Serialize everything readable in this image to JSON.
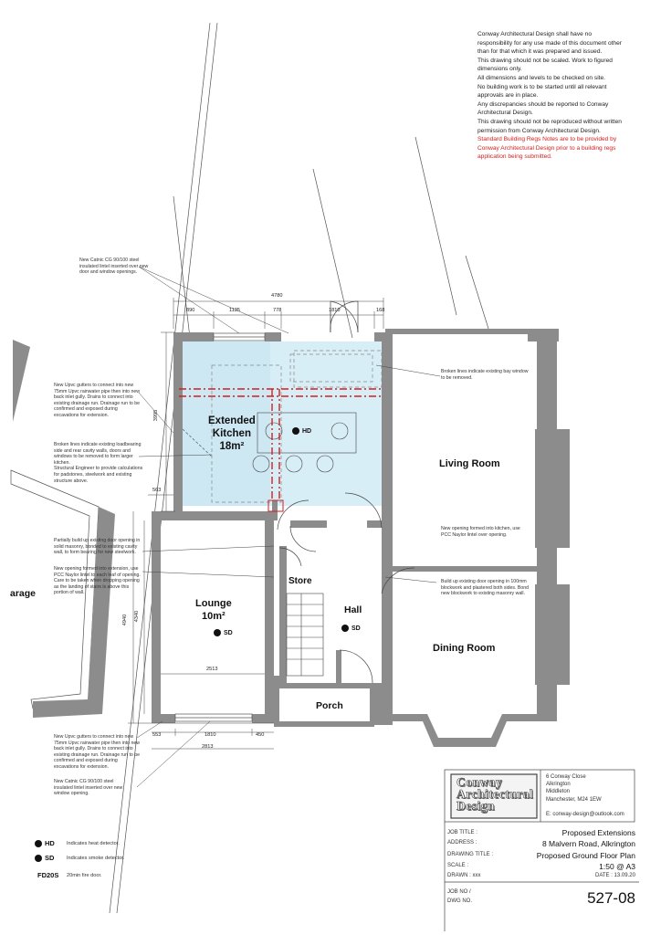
{
  "disclaimer": {
    "lines": [
      "Conway Architectural Design shall have no",
      "responsibility for any use made of this document other",
      "than for that which it was prepared and issued.",
      "This drawing should not be scaled. Work to figured",
      "dimensions only.",
      "All dimensions and levels to be checked on site.",
      "No building work is to be started until all relevant",
      "approvals are in place.",
      "Any discrepancies should be reported to Conway",
      "Architectural Design.",
      "This drawing should not be reproduced without written",
      "permission from Conway Architectural Design."
    ],
    "red_lines": [
      "Standard Building Regs Notes are to be provided by",
      "Conway Architectural Design prior to a building regs",
      "application being submitted."
    ]
  },
  "notes": {
    "lintel_top": [
      "New Catnic CG 90/100 steel",
      "insulated lintel inserted over new",
      "door and window openings."
    ],
    "gutters_top": [
      "New Upvc gutters to connect into new",
      "75mm Upvc rainwater pipe then into new",
      "back inlet gully. Drains to connect into",
      "existing drainage run. Drainage run to be",
      "confirmed and exposed during",
      "excavations for extension."
    ],
    "broken_lines_walls": [
      "Broken lines indicate existing loadbearing",
      "side and rear cavity walls, doors and",
      "windows to be removed to form larger",
      "kitchen.",
      "Structural Engineer to provide calculations",
      "for padstones, steelwork and existing",
      "structure above."
    ],
    "partially_build": [
      "Partially build up existing door opening in",
      "solid masonry, bonded to existing cavity",
      "wall, to form bearing for new steelwork."
    ],
    "new_opening_ext": [
      "New opening formed into extension, use",
      "PCC Naylor lintel to each leaf of opening.",
      "Care to be taken when dropping opening",
      "as the landing of stairs is above this",
      "portion of wall."
    ],
    "gutters_bottom": [
      "New Upvc gutters to connect into new",
      "75mm Upvc rainwater pipe then into new",
      "back inlet gully. Drains to connect into",
      "existing drainage run. Drainage run to be",
      "confirmed and exposed during",
      "excavations for extension."
    ],
    "lintel_bottom": [
      "New Catnic CG 90/100 steel",
      "insulated lintel inserted over new",
      "window opening."
    ],
    "bay_window": [
      "Broken lines indicate existing bay window",
      "to be removed."
    ],
    "new_opening_kitchen": [
      "New opening formed into kitchen, use",
      "PCC Naylor lintel over opening."
    ],
    "build_up_door": [
      "Build up existing door opening in 100mm",
      "blockwork and plastered both sides. Bond",
      "new blockwork to existing masonry wall."
    ]
  },
  "rooms": {
    "kitchen": [
      "Extended",
      "Kitchen",
      "18m²"
    ],
    "living": "Living Room",
    "lounge": [
      "Lounge",
      "10m²"
    ],
    "store": "Store",
    "hall": "Hall",
    "dining": "Dining Room",
    "porch": "Porch",
    "garage": "arage"
  },
  "dimensions": {
    "overall_top": "4780",
    "top_segments": [
      "890",
      "1135",
      "778",
      "1810",
      "168"
    ],
    "kitchen_depth": "3995",
    "small_left": "563",
    "lounge_inner_depth": "4340",
    "lounge_overall_depth": "4940",
    "lounge_width": "2513",
    "bottom_segments": [
      "553",
      "1810",
      "450"
    ],
    "bottom_overall": "2813"
  },
  "symbols": {
    "hd": "HD",
    "sd": "SD"
  },
  "legend": {
    "hd_label": "HD",
    "hd_text": "Indicates heat detector.",
    "sd_label": "SD",
    "sd_text": "Indicates smoke detector.",
    "fd_label": "FD20S",
    "fd_text": "20min fire door."
  },
  "title_block": {
    "company": [
      "Conway",
      "Architectural",
      "Design"
    ],
    "address": [
      "6 Conway Close",
      "Alkrington",
      "Middleton",
      "Manchester, M24 1EW",
      "",
      "E:  conway-design@outlook.com"
    ],
    "job_title_label": "JOB TITLE :",
    "job_title": "Proposed Extensions",
    "address_label": "ADDRESS :",
    "address_value": "8 Malvern Road, Alkrington",
    "drawing_title_label": "DRAWING TITLE :",
    "drawing_title": "Proposed Ground Floor Plan",
    "scale_label": "SCALE :",
    "scale": "1:50 @ A3",
    "drawn_label": "DRAWN : xxx",
    "date_label": "DATE : 13.09.20",
    "job_no_label": "JOB NO /",
    "dwg_no_label": "DWG NO.",
    "dwg_no": "527-08"
  },
  "colors": {
    "wall": "#8c8c8c",
    "kitchen_fill": "#d8eef7",
    "demolish": "#d21e1e"
  }
}
